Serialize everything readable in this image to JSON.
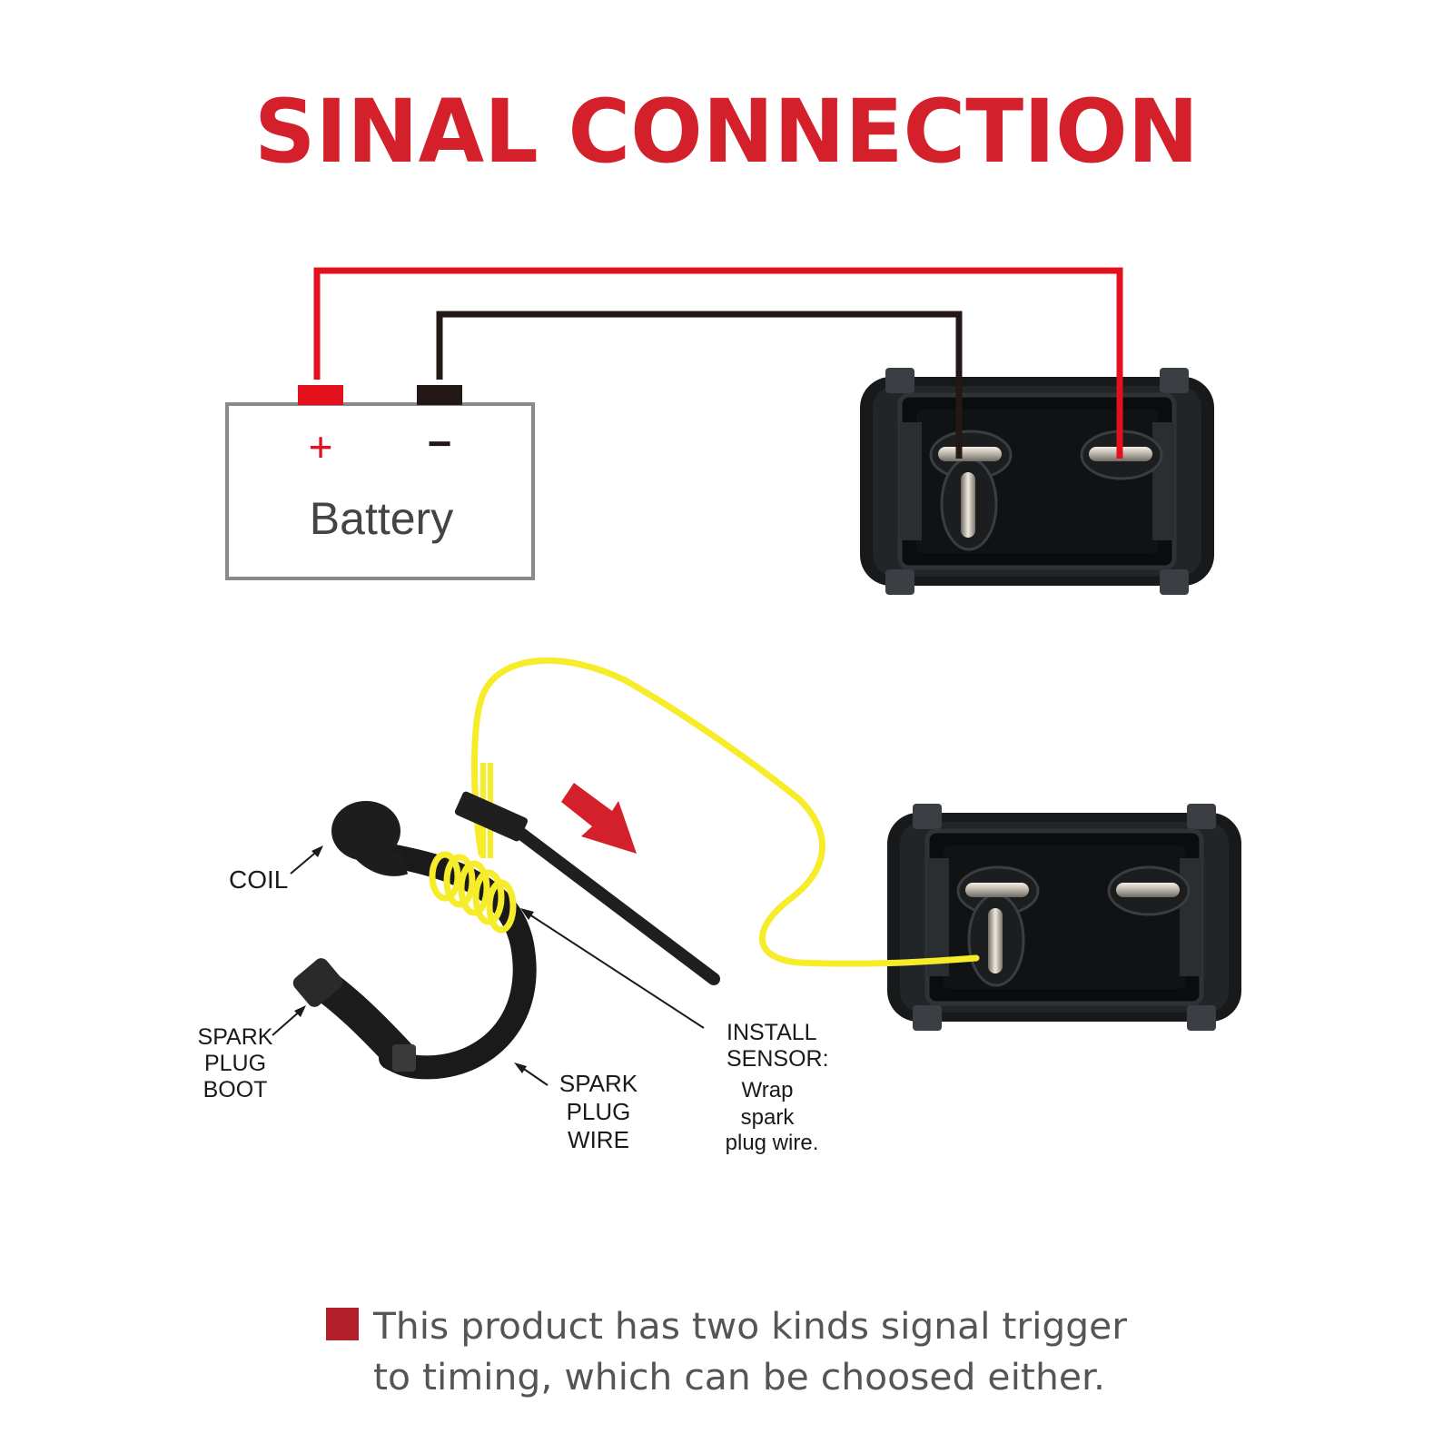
{
  "title": "SINAL CONNECTION",
  "battery": {
    "label": "Battery",
    "plus_symbol": "+",
    "minus_symbol": "−"
  },
  "labels": {
    "coil": "COIL",
    "spark_plug_boot": [
      "SPARK",
      "PLUG",
      "BOOT"
    ],
    "spark_plug_wire": [
      "SPARK",
      "PLUG",
      "WIRE"
    ],
    "install_sensor_heading": [
      "INSTALL",
      "SENSOR:"
    ],
    "install_sensor_body": [
      "Wrap",
      "spark",
      "plug wire."
    ]
  },
  "note": {
    "line1": "This product has two kinds signal trigger",
    "line2": "to timing, which can be choosed either."
  },
  "colors": {
    "title_red": "#d3202a",
    "wire_red": "#e3101e",
    "wire_black": "#231815",
    "wire_yellow": "#f6ec2a",
    "battery_border": "#8a8a8a",
    "note_square": "#b3202c",
    "note_text": "#555555",
    "module_body": "#151719"
  }
}
